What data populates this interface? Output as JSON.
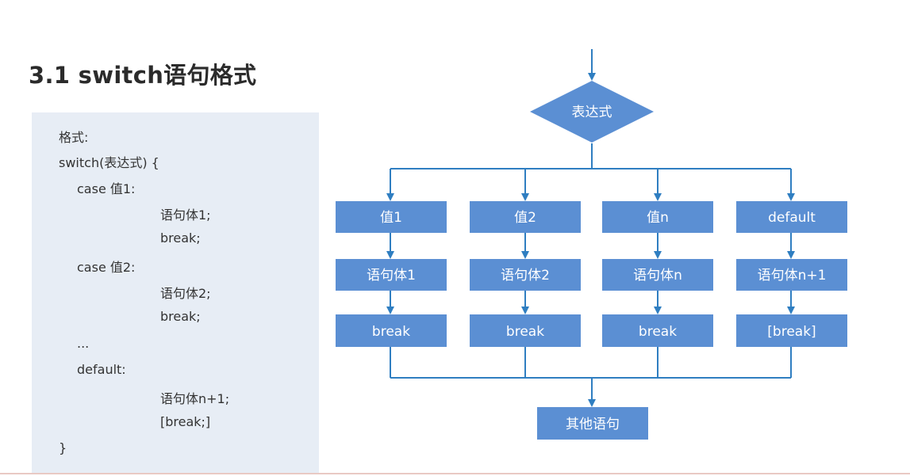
{
  "slide": {
    "title": "3.1 switch语句格式"
  },
  "code": {
    "lines": [
      "格式:",
      "switch(表达式) {",
      "case 值1:",
      "语句体1;",
      "break;",
      "case 值2:",
      "语句体2;",
      "break;",
      "...",
      "default:",
      "语句体n+1;",
      "[break;]",
      "}"
    ]
  },
  "flowchart": {
    "decision": "表达式",
    "branches": [
      {
        "case": "值1",
        "body": "语句体1",
        "brk": "break"
      },
      {
        "case": "值2",
        "body": "语句体2",
        "brk": "break"
      },
      {
        "case": "值n",
        "body": "语句体n",
        "brk": "break"
      },
      {
        "case": "default",
        "body": "语句体n+1",
        "brk": "[break]"
      }
    ],
    "end": "其他语句"
  },
  "colors": {
    "box_fill": "#5b8fd3",
    "arrow": "#2f7ec1",
    "panel": "#e7edf5",
    "title": "#2b2b2b"
  }
}
